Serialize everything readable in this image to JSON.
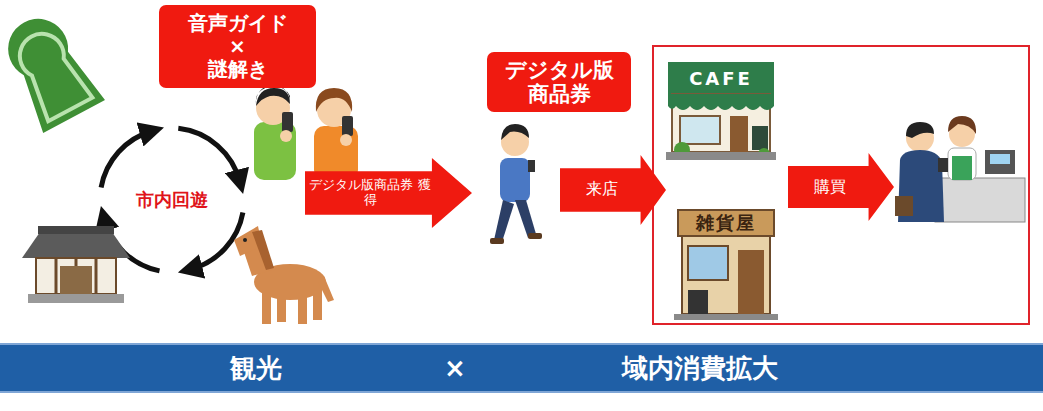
{
  "diagram": {
    "nodes": [
      {
        "text": [
          "音声ガイド × 謎解き"
        ]
      },
      {
        "text": [
          "デジタル版商品券 獲得"
        ]
      },
      {
        "text": [
          "デジタル版 商品券"
        ]
      },
      {
        "text": [
          "来店"
        ]
      },
      {
        "text": [
          "購買"
        ]
      },
      {
        "text": [
          "観光",
          "×",
          "域内消費拡大"
        ]
      }
    ],
    "labels": [
      "市内回遊",
      "CAFE",
      "雑貨屋"
    ]
  }
}
